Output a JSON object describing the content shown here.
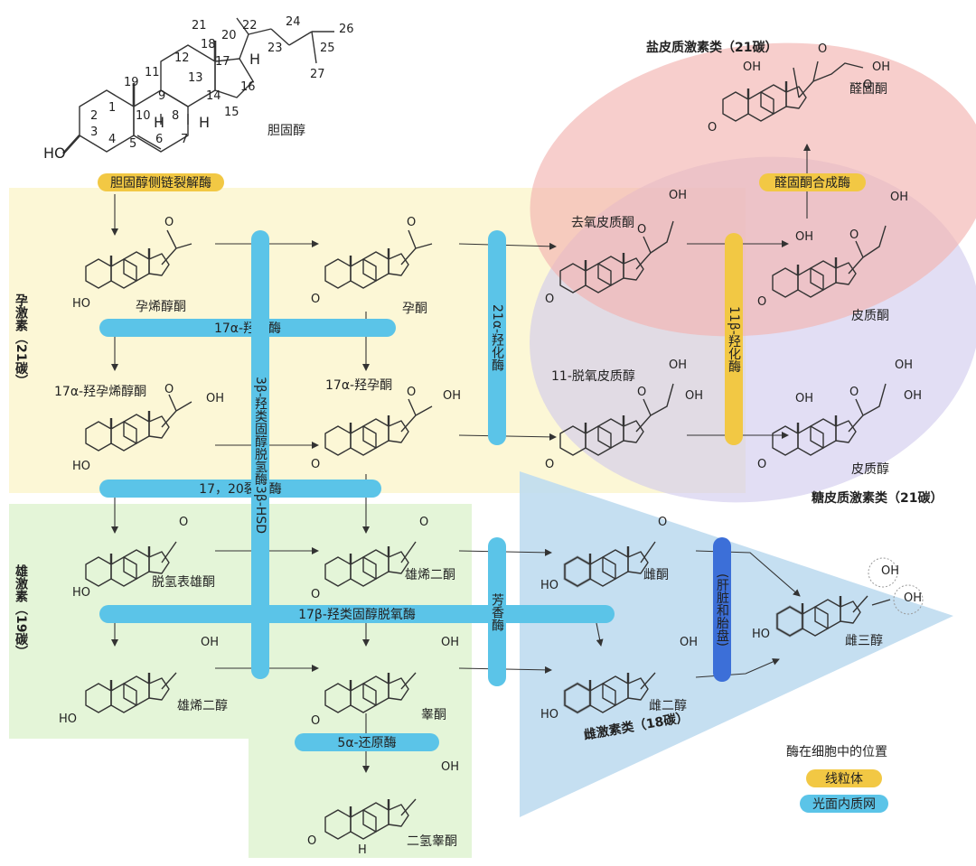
{
  "colors": {
    "blue_enzyme": "#5bc4e8",
    "yellow_enzyme": "#f2c844",
    "dark_blue_enzyme": "#3c6fd8",
    "progestin_region": "#fbf6cf",
    "androgen_region": "#e4f5d8",
    "estrogen_region": "#bfdcef",
    "mineralocorticoid_region": "#f2b4b0",
    "glucocorticoid_region": "#cfc8ec"
  },
  "atom_labels": {
    "ho": "HO",
    "o": "O",
    "oh": "OH",
    "h": "H"
  },
  "cholesterol": {
    "name": "胆固醇",
    "atom_numbers": [
      "1",
      "2",
      "3",
      "4",
      "5",
      "6",
      "7",
      "8",
      "9",
      "10",
      "11",
      "12",
      "13",
      "14",
      "15",
      "16",
      "17",
      "18",
      "19",
      "20",
      "21",
      "22",
      "23",
      "24",
      "25",
      "26",
      "27"
    ]
  },
  "compounds": {
    "pregnenolone": "孕烯醇酮",
    "progesterone": "孕酮",
    "deoxycorticosterone": "去氧皮质酮",
    "corticosterone": "皮质酮",
    "aldosterone": "醛固酮",
    "hydroxypregnenolone": "17α-羟孕烯醇酮",
    "hydroxyprogesterone": "17α-羟孕酮",
    "deoxycortisol": "11-脱氧皮质醇",
    "cortisol": "皮质醇",
    "dhea": "脱氢表雄酮",
    "androstenedione": "雄烯二酮",
    "estrone": "雌酮",
    "estriol": "雌三醇",
    "androstenediol": "雄烯二醇",
    "testosterone": "睾酮",
    "estradiol": "雌二醇",
    "dht": "二氢睾酮"
  },
  "enzymes": {
    "side_chain_cleavage": "胆固醇侧链裂解酶",
    "hydroxylase_17a": "17α-羟化酶",
    "lyase_17_20": "17，20裂解酶",
    "hsd_3b": "3β-羟类固醇脱氢酶3β-HSD",
    "hydroxylase_21a": "21α-羟化酶",
    "hydroxylase_11b": "11β-羟化酶",
    "aldosterone_synthase": "醛固酮合成酶",
    "hsd_17b": "17β-羟类固醇脱氧酶",
    "aromatase": "芳香酶",
    "liver_placenta": "(肝脏和胎盘)",
    "reductase_5a": "5α-还原酶"
  },
  "groups": {
    "progestins": "孕激素（21碳）",
    "androgens": "雄激素（19碳）",
    "estrogens": "雌激素类（18碳）",
    "mineralocorticoids": "盐皮质激素类（21碳）",
    "glucocorticoids": "糖皮质激素类（21碳）"
  },
  "legend": {
    "title": "酶在细胞中的位置",
    "mitochondria": "线粒体",
    "er": "光面内质网"
  }
}
